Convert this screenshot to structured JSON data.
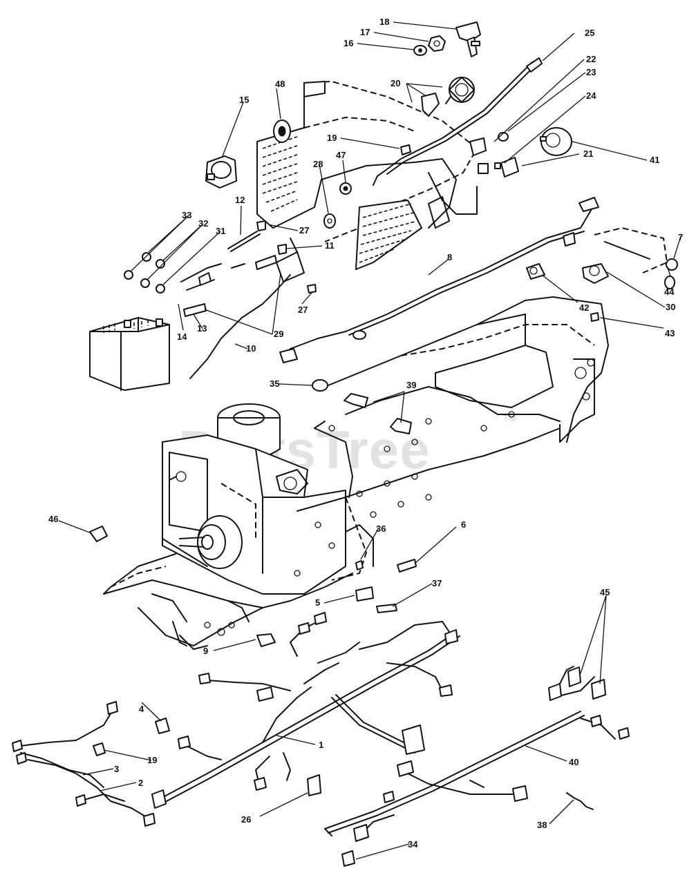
{
  "watermark": {
    "text": "PartsTree",
    "trademark": "TM"
  },
  "callouts": [
    "1",
    "2",
    "3",
    "4",
    "5",
    "6",
    "7",
    "8",
    "9",
    "10",
    "11",
    "12",
    "13",
    "14",
    "15",
    "16",
    "17",
    "18",
    "19",
    "19",
    "20",
    "21",
    "22",
    "23",
    "24",
    "25",
    "26",
    "27",
    "27",
    "28",
    "29",
    "29",
    "30",
    "31",
    "32",
    "33",
    "34",
    "35",
    "36",
    "37",
    "38",
    "39",
    "40",
    "41",
    "42",
    "43",
    "44",
    "45",
    "46",
    "47",
    "48"
  ]
}
